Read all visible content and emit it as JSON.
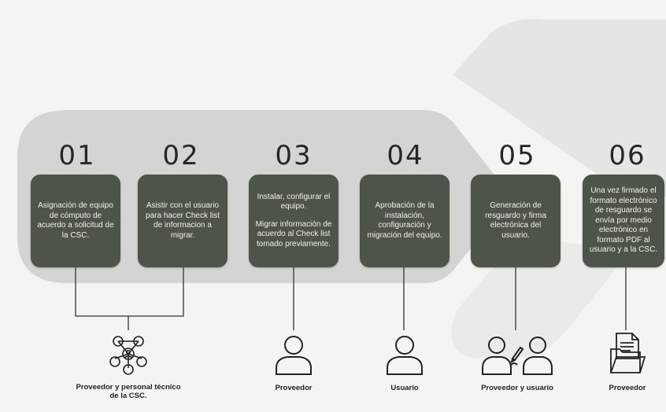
{
  "steps": [
    {
      "number": "01",
      "paragraphs": [
        "Asignación de equipo de cómputo de acuerdo a solicitud de la CSC."
      ]
    },
    {
      "number": "02",
      "paragraphs": [
        "Asistir con el usuario para hacer Check list de informacion a migrar."
      ]
    },
    {
      "number": "03",
      "paragraphs": [
        "Instalar, configurar el equipo.",
        "Migrar información de acuerdo al Check list tomado previamente."
      ]
    },
    {
      "number": "04",
      "paragraphs": [
        "Aprobación de la instalación, configuración y migración del equipo."
      ]
    },
    {
      "number": "05",
      "paragraphs": [
        "Generación de resguardo y firma electrónica del usuario."
      ]
    },
    {
      "number": "06",
      "paragraphs": [
        "Una vez firmado el formato electrónico de resguardo se envía por medio electrónico en formato PDF al usuario y a la CSC."
      ]
    }
  ],
  "roles": [
    {
      "label": "Proveedor y personal técnico de la CSC.",
      "icon": "network-people-icon"
    },
    {
      "label": "Proveedor",
      "icon": "person-icon"
    },
    {
      "label": "Usuario",
      "icon": "person-icon"
    },
    {
      "label": "Proveedor y usuario",
      "icon": "two-people-pen-icon"
    },
    {
      "label": "Proveedor",
      "icon": "document-folder-icon"
    }
  ],
  "colors": {
    "box": "#4d5449",
    "band": "#d3d5d3",
    "background": "#f4f4f2",
    "text": "#222222"
  }
}
